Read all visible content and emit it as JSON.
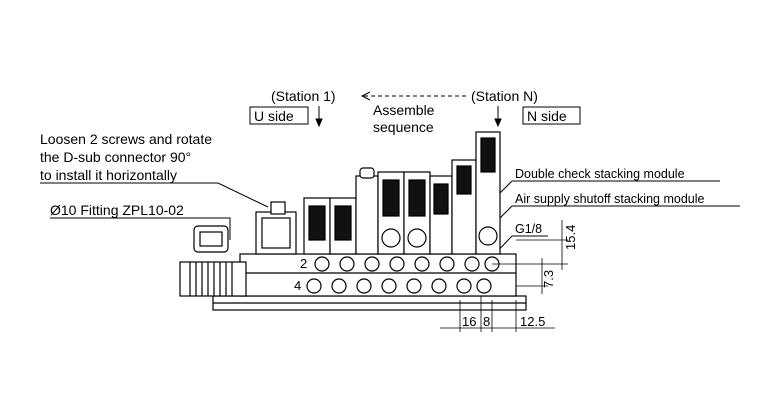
{
  "labels": {
    "station1": "(Station 1)",
    "stationN": "(Station N)",
    "u_side": "U side",
    "n_side": "N side",
    "assemble": "Assemble",
    "sequence": "sequence",
    "loosen_line1": "Loosen 2 screws and rotate",
    "loosen_line2": "the D-sub connector 90°",
    "loosen_line3": "to install it horizontally",
    "fitting": "Ø10 Fitting ZPL10-02",
    "double_check": "Double check stacking module",
    "air_supply": "Air supply shutoff stacking module",
    "port_g": "G1/8",
    "port_2": "2",
    "port_4": "4"
  },
  "dimensions": {
    "d_15_4": "15.4",
    "d_7_3": "7.3",
    "d_16": "16",
    "d_8": "8",
    "d_12_5": "12.5"
  },
  "colors": {
    "line": "#000000",
    "paper": "#ffffff",
    "module_dark": "#111111"
  }
}
